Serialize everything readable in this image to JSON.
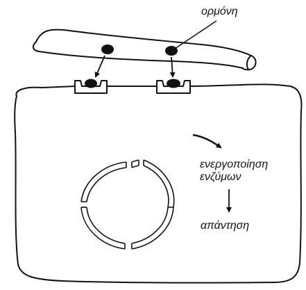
{
  "labels": {
    "hormone": "ορμόνη",
    "enzyme_activation_line1": "ενεργοποίηση",
    "enzyme_activation_line2": "ενζύμων",
    "response": "απάντηση"
  },
  "colors": {
    "ink": "#111111",
    "background": "#ffffff"
  }
}
